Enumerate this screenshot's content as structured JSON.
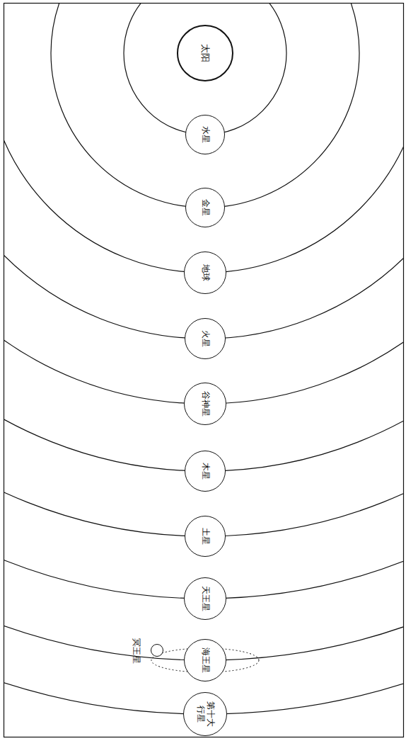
{
  "diagram": {
    "nodes": [
      {
        "text": [
          "太阳"
        ]
      },
      {
        "text": [
          "水星"
        ]
      },
      {
        "text": [
          "金星"
        ]
      },
      {
        "text": [
          "地球"
        ]
      },
      {
        "text": [
          "火星"
        ]
      },
      {
        "text": [
          "谷神星"
        ]
      },
      {
        "text": [
          "木星"
        ]
      },
      {
        "text": [
          "土星"
        ]
      },
      {
        "text": [
          "天王星"
        ]
      },
      {
        "text": [
          "海王星"
        ]
      },
      {
        "text": [
          "冥王星"
        ]
      },
      {
        "text": [
          "第十大行星"
        ]
      }
    ]
  }
}
